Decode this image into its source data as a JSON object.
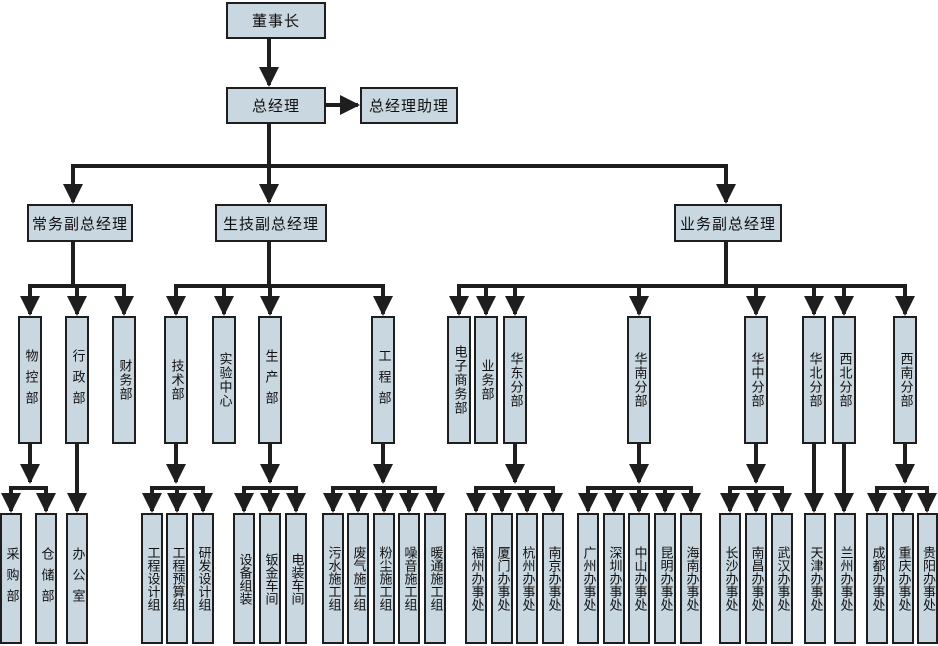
{
  "nodes": {
    "chairman": "董事长",
    "gm": "总经理",
    "gm_assistant": "总经理助理",
    "exec_vp": "常务副总经理",
    "tech_vp": "生技副总经理",
    "biz_vp": "业务副总经理",
    "material_control": "物控部",
    "admin": "行政部",
    "finance": "财务部",
    "purchasing": "采购部",
    "warehouse": "仓储部",
    "office": "办公室",
    "technical": "技术部",
    "lab_center": "实验中心",
    "production": "生产部",
    "engineering": "工程部",
    "eng_design": "工程设计组",
    "eng_budget": "工程预算组",
    "rnd_design": "研发设计组",
    "equip_assembly": "设备组装",
    "sheet_metal": "钣金车间",
    "electrical_workshop": "电装车间",
    "sewage_team": "污水施工组",
    "exhaust_team": "废气施工组",
    "dust_team": "粉尘施工组",
    "noise_team": "噪音施工组",
    "hvac_team": "暖通施工组",
    "ecommerce": "电子商务部",
    "business": "业务部",
    "east_china": "华东分部",
    "south_china": "华南分部",
    "central_china": "华中分部",
    "north_china": "华北分部",
    "northwest": "西北分部",
    "southwest": "西南分部",
    "fuzhou": "福州办事处",
    "xiamen": "厦门办事处",
    "hangzhou": "杭州办事处",
    "nanjing": "南京办事处",
    "guangzhou": "广州办事处",
    "shenzhen": "深圳办事处",
    "zhongshan": "中山办事处",
    "kunming": "昆明办事处",
    "hainan": "海南办事处",
    "changsha": "长沙办事处",
    "nanchang": "南昌办事处",
    "wuhan": "武汉办事处",
    "tianjin": "天津办事处",
    "lanzhou": "兰州办事处",
    "chengdu": "成都办事处",
    "chongqing": "重庆办事处",
    "guiyang": "贵阳办事处"
  },
  "colors": {
    "box_fill": "#c9d7e0",
    "line": "#1e1e1e"
  }
}
